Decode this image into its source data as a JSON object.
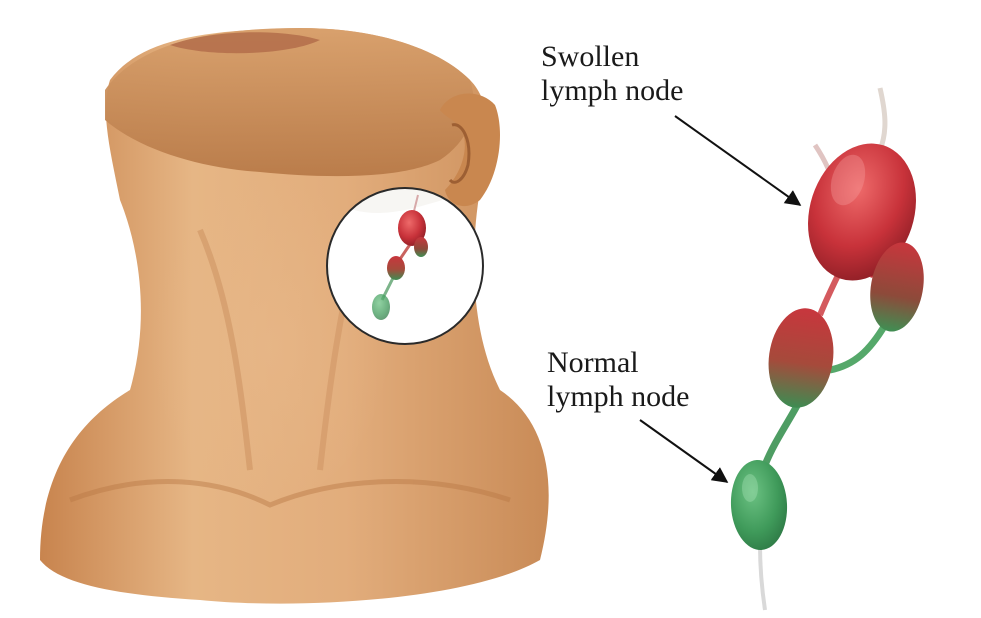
{
  "labels": {
    "swollen": {
      "line1": "Swollen",
      "line2": "lymph node"
    },
    "normal": {
      "line1": "Normal",
      "line2": "lymph node"
    }
  },
  "colors": {
    "skin_light": "#e8b98b",
    "skin_mid": "#d3975f",
    "skin_dark": "#a8683a",
    "swollen_node": "#c8323a",
    "normal_node": "#3f9a5a",
    "vessel": "#d8d0c8",
    "arrow": "#111111"
  },
  "icons": {
    "magnifier": "magnifier-circle-icon"
  }
}
